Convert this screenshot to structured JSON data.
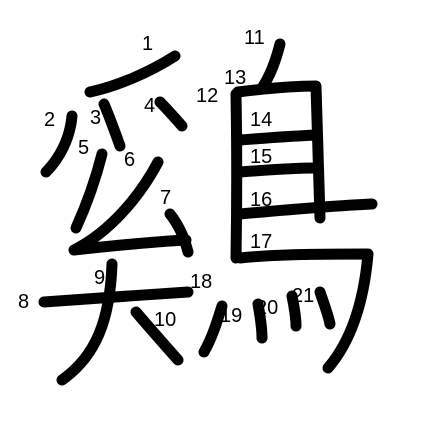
{
  "character": "鶏",
  "stroke_color": "#000000",
  "background_color": "#ffffff",
  "stroke_numbers": [
    "1",
    "2",
    "3",
    "4",
    "5",
    "6",
    "7",
    "8",
    "9",
    "10",
    "11",
    "12",
    "13",
    "14",
    "15",
    "16",
    "17",
    "18",
    "19",
    "20",
    "21"
  ]
}
